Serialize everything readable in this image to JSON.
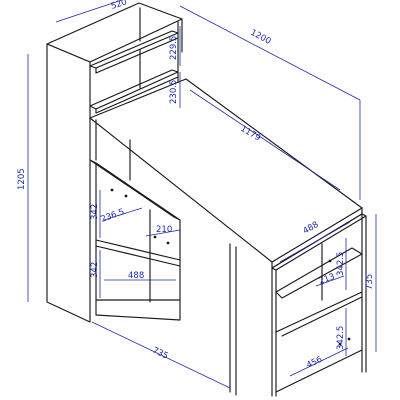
{
  "colors": {
    "line": "#1a1a1a",
    "dimension": "#1f2aa8",
    "background": "#ffffff"
  },
  "dimensions": {
    "depth_shelf": "520",
    "total_width": "1200",
    "shelf_top_gap": "229.5",
    "shelf_second_gap": "230.5",
    "desk_top_width": "1179",
    "height_total": "1205",
    "left_cell_height_upper": "342",
    "left_cell_depth": "236.5",
    "left_cell_width": "210",
    "left_cell_height_lower": "342",
    "left_cell_bottom_width": "488",
    "bottom_length": "735",
    "right_unit_depth": "488",
    "right_cell_height_upper": "342.5",
    "right_cell_width": "213",
    "right_unit_height": "735",
    "right_cell_height_lower": "342.5",
    "right_cell_bottom_width": "456"
  }
}
